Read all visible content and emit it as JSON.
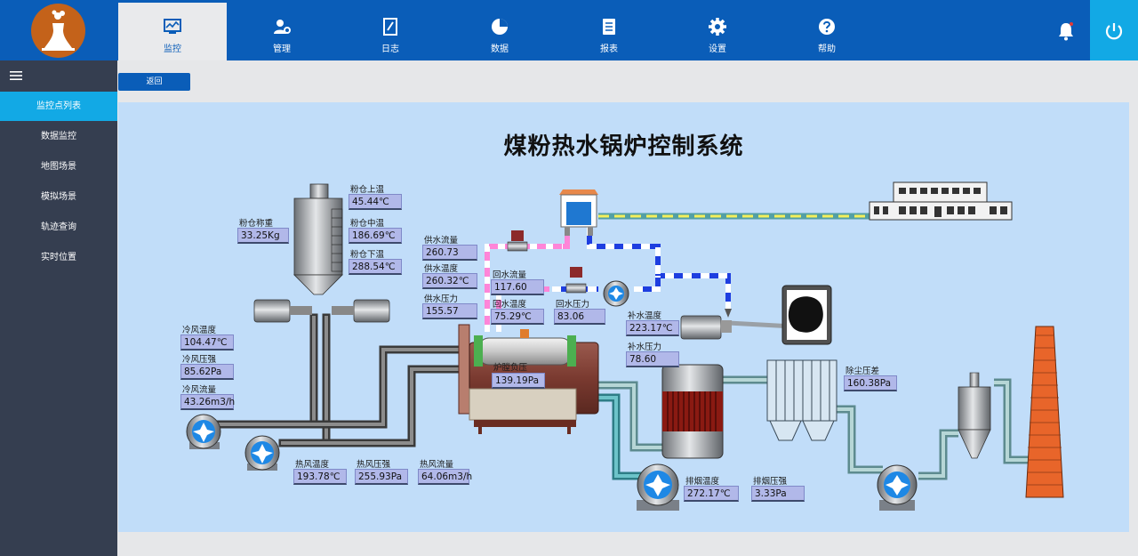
{
  "nav": {
    "items": [
      {
        "label": "监控",
        "icon": "monitor-chart-icon",
        "active": true
      },
      {
        "label": "管理",
        "icon": "user-gear-icon",
        "active": false
      },
      {
        "label": "日志",
        "icon": "log-book-icon",
        "active": false
      },
      {
        "label": "数据",
        "icon": "pie-chart-icon",
        "active": false
      },
      {
        "label": "报表",
        "icon": "report-icon",
        "active": false
      },
      {
        "label": "设置",
        "icon": "gear-icon",
        "active": false
      },
      {
        "label": "帮助",
        "icon": "help-icon",
        "active": false
      }
    ]
  },
  "sidebar": {
    "items": [
      {
        "label": "监控点列表",
        "active": true
      },
      {
        "label": "数据监控",
        "active": false
      },
      {
        "label": "地图场景",
        "active": false
      },
      {
        "label": "模拟场景",
        "active": false
      },
      {
        "label": "轨迹查询",
        "active": false
      },
      {
        "label": "实时位置",
        "active": false
      }
    ]
  },
  "toolbar": {
    "back_label": "返回"
  },
  "scene": {
    "title": "煤粉热水锅炉控制系统",
    "readings": {
      "bin_weight": {
        "label": "粉仓称重",
        "value": "33.25Kg"
      },
      "bin_top_temp": {
        "label": "粉仓上温",
        "value": "45.44℃"
      },
      "bin_mid_temp": {
        "label": "粉仓中温",
        "value": "186.69℃"
      },
      "bin_bottom_temp": {
        "label": "粉仓下温",
        "value": "288.54℃"
      },
      "supply_flow": {
        "label": "供水流量",
        "value": "260.73"
      },
      "supply_temp": {
        "label": "供水温度",
        "value": "260.32℃"
      },
      "supply_pressure": {
        "label": "供水压力",
        "value": "155.57"
      },
      "return_flow": {
        "label": "回水流量",
        "value": "117.60"
      },
      "return_temp": {
        "label": "回水温度",
        "value": "75.29℃"
      },
      "return_pressure": {
        "label": "回水压力",
        "value": "83.06"
      },
      "makeup_temp": {
        "label": "补水温度",
        "value": "223.17℃"
      },
      "makeup_pressure": {
        "label": "补水压力",
        "value": "78.60"
      },
      "furnace_pressure": {
        "label": "炉膛负压",
        "value": "139.19Pa"
      },
      "cold_air_temp": {
        "label": "冷风温度",
        "value": "104.47℃"
      },
      "cold_air_pressure": {
        "label": "冷风压强",
        "value": "85.62Pa"
      },
      "cold_air_flow": {
        "label": "冷风流量",
        "value": "43.26m3/h"
      },
      "hot_air_temp": {
        "label": "热风温度",
        "value": "193.78℃"
      },
      "hot_air_pressure": {
        "label": "热风压强",
        "value": "255.93Pa"
      },
      "hot_air_flow": {
        "label": "热风流量",
        "value": "64.06m3/h"
      },
      "flue_temp": {
        "label": "排烟温度",
        "value": "272.17℃"
      },
      "flue_pressure": {
        "label": "排烟压强",
        "value": "3.33Pa"
      },
      "dust_diff_pressure": {
        "label": "除尘压差",
        "value": "160.38Pa"
      }
    }
  },
  "colors": {
    "primary": "#0a5db8",
    "accent": "#12a9e5",
    "sidebar": "#353e50",
    "panel": "#c1ddf9",
    "value_box": "#b1b8e9",
    "chimney": "#e8652a",
    "boiler": "#7a3a30"
  }
}
